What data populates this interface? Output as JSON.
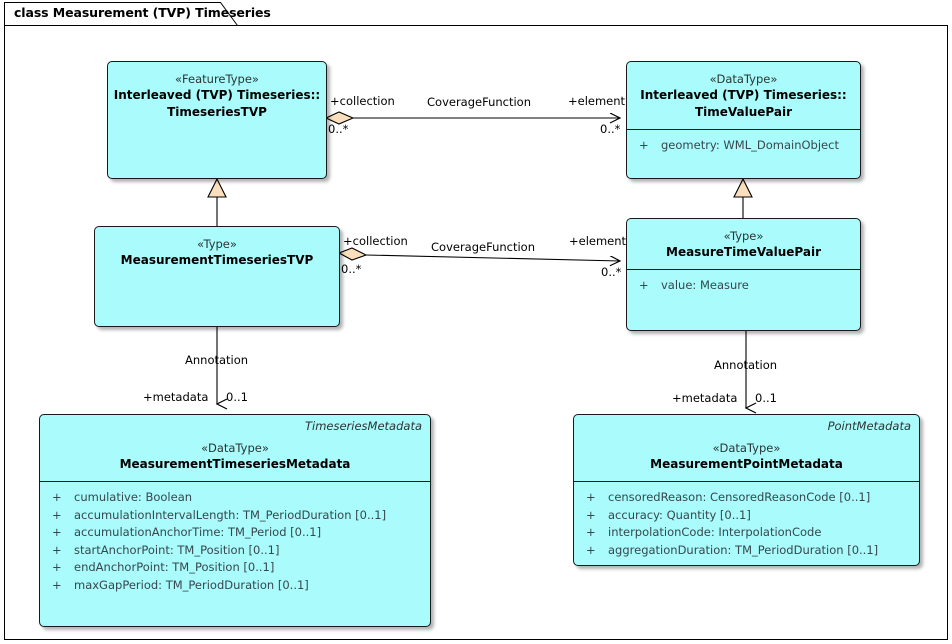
{
  "frame": {
    "title": "class Measurement (TVP) Timeseries"
  },
  "classes": {
    "timeseries_tvp": {
      "stereotype": "«FeatureType»",
      "name_line1": "Interleaved (TVP) Timeseries::",
      "name_line2": "TimeseriesTVP"
    },
    "time_value_pair": {
      "stereotype": "«DataType»",
      "name_line1": "Interleaved (TVP) Timeseries::",
      "name_line2": "TimeValuePair",
      "attributes": [
        {
          "visibility": "+",
          "text": "geometry: WML_DomainObject"
        }
      ]
    },
    "measurement_timeseries_tvp": {
      "stereotype": "«Type»",
      "name_line1": "MeasurementTimeseriesTVP"
    },
    "measure_time_value_pair": {
      "stereotype": "«Type»",
      "name_line1": "MeasureTimeValuePair",
      "attributes": [
        {
          "visibility": "+",
          "text": "value: Measure"
        }
      ]
    },
    "measurement_timeseries_metadata": {
      "qualifier": "TimeseriesMetadata",
      "stereotype": "«DataType»",
      "name_line1": "MeasurementTimeseriesMetadata",
      "attributes": [
        {
          "visibility": "+",
          "text": "cumulative: Boolean"
        },
        {
          "visibility": "+",
          "text": "accumulationIntervalLength: TM_PeriodDuration [0..1]"
        },
        {
          "visibility": "+",
          "text": "accumulationAnchorTime: TM_Period [0..1]"
        },
        {
          "visibility": "+",
          "text": "startAnchorPoint: TM_Position [0..1]"
        },
        {
          "visibility": "+",
          "text": "endAnchorPoint: TM_Position [0..1]"
        },
        {
          "visibility": "+",
          "text": "maxGapPeriod: TM_PeriodDuration [0..1]"
        }
      ]
    },
    "measurement_point_metadata": {
      "qualifier": "PointMetadata",
      "stereotype": "«DataType»",
      "name_line1": "MeasurementPointMetadata",
      "attributes": [
        {
          "visibility": "+",
          "text": "censoredReason: CensoredReasonCode [0..1]"
        },
        {
          "visibility": "+",
          "text": "accuracy: Quantity [0..1]"
        },
        {
          "visibility": "+",
          "text": "interpolationCode: InterpolationCode"
        },
        {
          "visibility": "+",
          "text": "aggregationDuration: TM_PeriodDuration [0..1]"
        }
      ]
    }
  },
  "connectors": {
    "coverage_top": {
      "name": "CoverageFunction",
      "source_role": "+collection",
      "source_mult": "0..*",
      "target_role": "+element",
      "target_mult": "0..*"
    },
    "coverage_bottom": {
      "name": "CoverageFunction",
      "source_role": "+collection",
      "source_mult": "0..*",
      "target_role": "+element",
      "target_mult": "0..*"
    },
    "annotation_left": {
      "name": "Annotation",
      "source_role": "+metadata",
      "target_mult": "0..1"
    },
    "annotation_right": {
      "name": "Annotation",
      "source_role": "+metadata",
      "target_mult": "0..1"
    }
  },
  "colors": {
    "class_fill": "#aafbfb",
    "class_border": "#1a1a1a",
    "adornment_fill": "#fadfbc",
    "frame_border": "#000000",
    "attribute_text": "#36474f"
  }
}
